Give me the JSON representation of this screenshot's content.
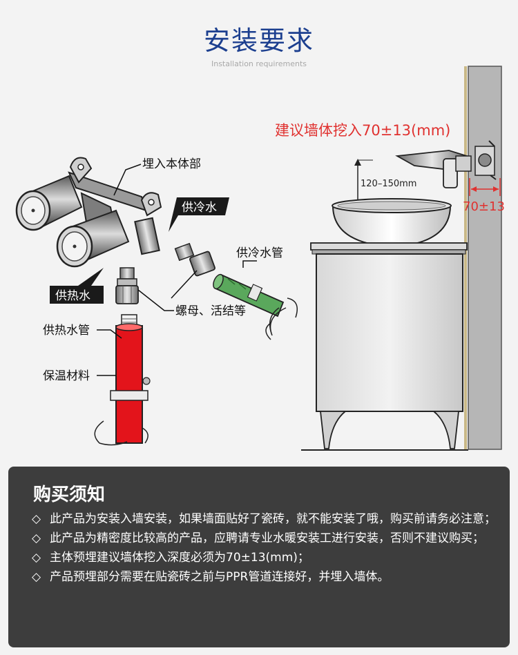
{
  "header": {
    "title": "安装要求",
    "subtitle": "Installation requirements"
  },
  "diagram": {
    "labels": {
      "embedded_body": "埋入本体部",
      "cold_supply": "供冷水",
      "hot_supply": "供热水",
      "cold_pipe": "供冷水管",
      "nut_union": "螺母、活结等",
      "hot_pipe": "供热水管",
      "insulation": "保温材料",
      "wall_depth": "建议墙体挖入70±13(mm)",
      "height_range": "120–150mm",
      "depth_value": "70±13"
    },
    "colors": {
      "accent_red": "#e0312f",
      "hot_pipe_red": "#e3141b",
      "cold_pipe_green": "#5aa85c",
      "wall_gray": "#b6b6b6",
      "title_blue": "#1c3f8f"
    }
  },
  "notice": {
    "title": "购买须知",
    "bullet": "◇",
    "items": [
      "此产品为安装入墙安装，如果墙面贴好了瓷砖，就不能安装了哦，购买前请务必注意；",
      "此产品为精密度比较高的产品，应聘请专业水暖安装工进行安装，否则不建议购买；",
      "主体预埋建议墙体挖入深度必须为70±13(mm)；",
      "产品预埋部分需要在贴瓷砖之前与PPR管道连接好，并埋入墙体。"
    ]
  }
}
